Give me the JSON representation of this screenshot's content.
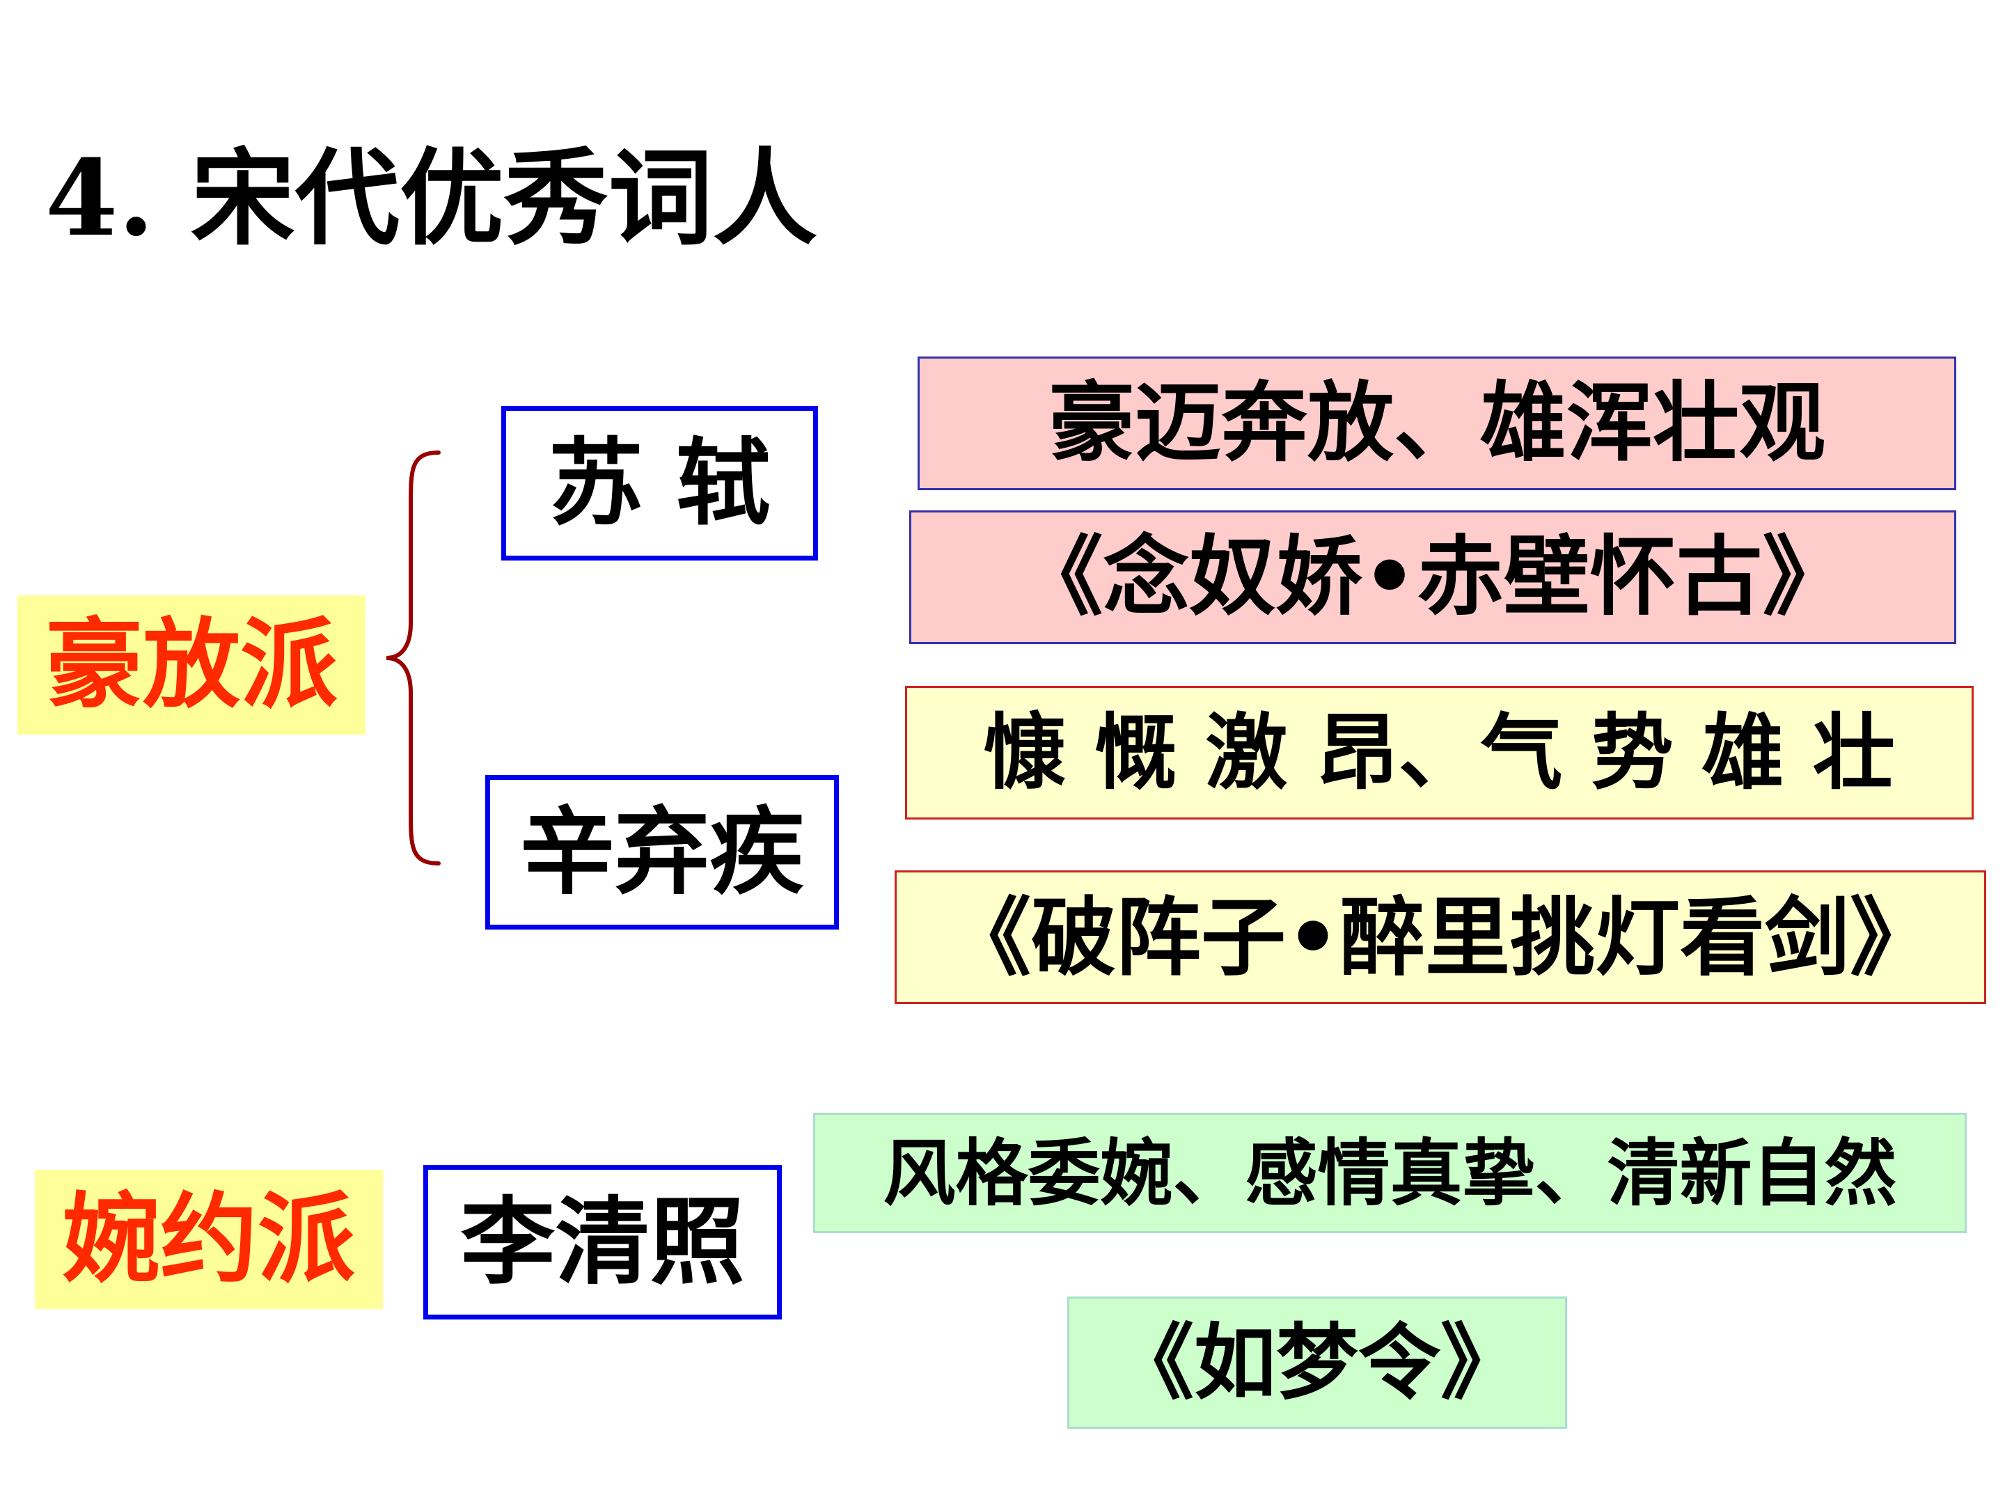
{
  "title": "4. 宋代优秀词人",
  "schools": {
    "haofang": {
      "label": "豪放派",
      "poets": {
        "sushi": {
          "name": "苏 轼",
          "style": "豪迈奔放、雄浑壮观",
          "work": "《念奴娇•赤壁怀古》"
        },
        "xinqiji": {
          "name": "辛弃疾",
          "style": "慷 慨 激 昂、气 势 雄 壮",
          "work": "《破阵子•醉里挑灯看剑》"
        }
      }
    },
    "wanyue": {
      "label": "婉约派",
      "poets": {
        "liqingzhao": {
          "name": "李清照",
          "style": "风格委婉、感情真挚、清新自然",
          "work": "《如梦令》"
        }
      }
    }
  },
  "colors": {
    "school_text": "#ff2a00",
    "school_bg": "#ffff99",
    "poet_border": "#0000ee",
    "haofang_sushi_bg": "#ffcccc",
    "haofang_xinqiji_bg": "#ffffcc",
    "wanyue_bg": "#ccffcc",
    "brace": "#990000"
  }
}
